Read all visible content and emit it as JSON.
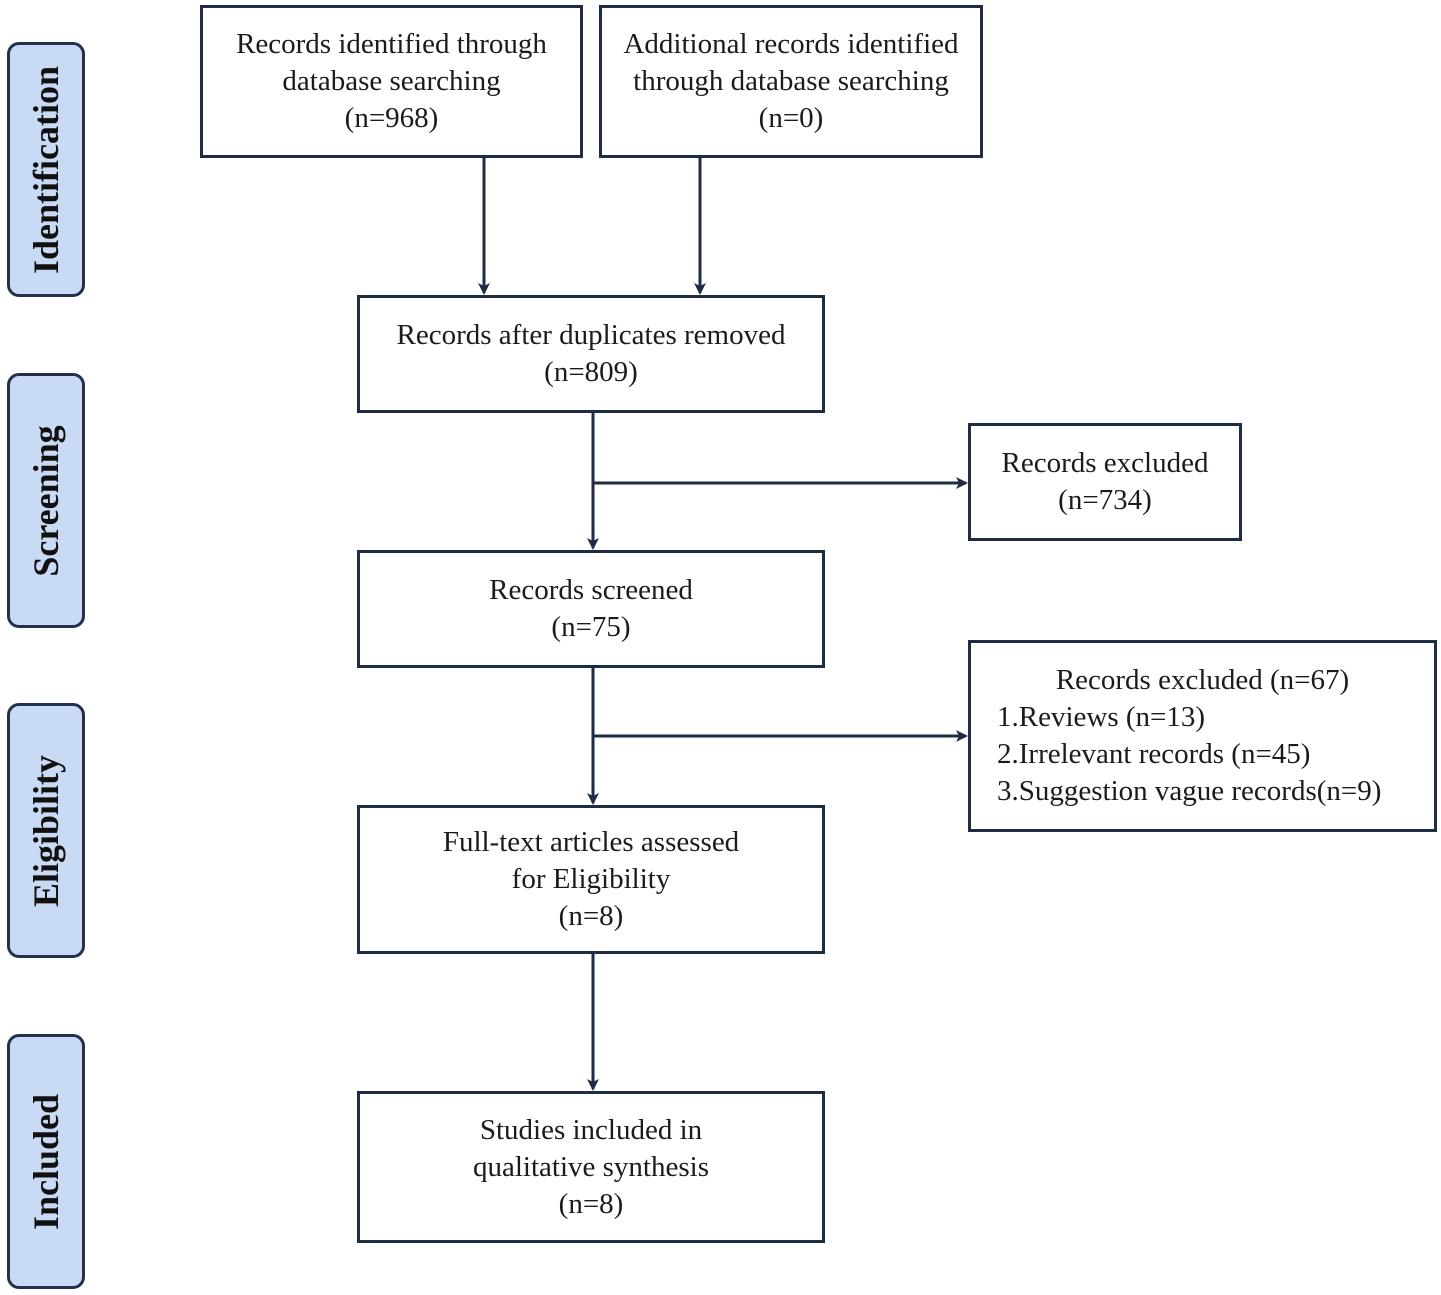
{
  "stages": {
    "identification": "Identification",
    "screening": "Screening",
    "eligibility": "Eligibility",
    "included": "Included"
  },
  "boxes": {
    "db_search": {
      "lines": [
        "Records identified through",
        "database searching",
        "(n=968)"
      ]
    },
    "additional": {
      "lines": [
        "Additional records identified",
        "through database searching",
        "(n=0)"
      ]
    },
    "after_duplicates": {
      "lines": [
        "Records after duplicates removed",
        "(n=809)"
      ]
    },
    "excluded_1": {
      "lines": [
        "Records excluded",
        "(n=734)"
      ]
    },
    "screened": {
      "lines": [
        "Records screened",
        "(n=75)"
      ]
    },
    "excluded_2": {
      "title": "Records excluded (n=67)",
      "items": [
        "1.Reviews (n=13)",
        "2.Irrelevant records (n=45)",
        "3.Suggestion vague records(n=9)"
      ]
    },
    "fulltext": {
      "lines": [
        "Full-text articles assessed",
        "for Eligibility",
        "(n=8)"
      ]
    },
    "included": {
      "lines": [
        "Studies included in",
        "qualitative synthesis",
        "(n=8)"
      ]
    }
  },
  "colors": {
    "stage_fill": "#c9daf5",
    "border": "#1f2c45",
    "arrow": "#1f2c45"
  }
}
